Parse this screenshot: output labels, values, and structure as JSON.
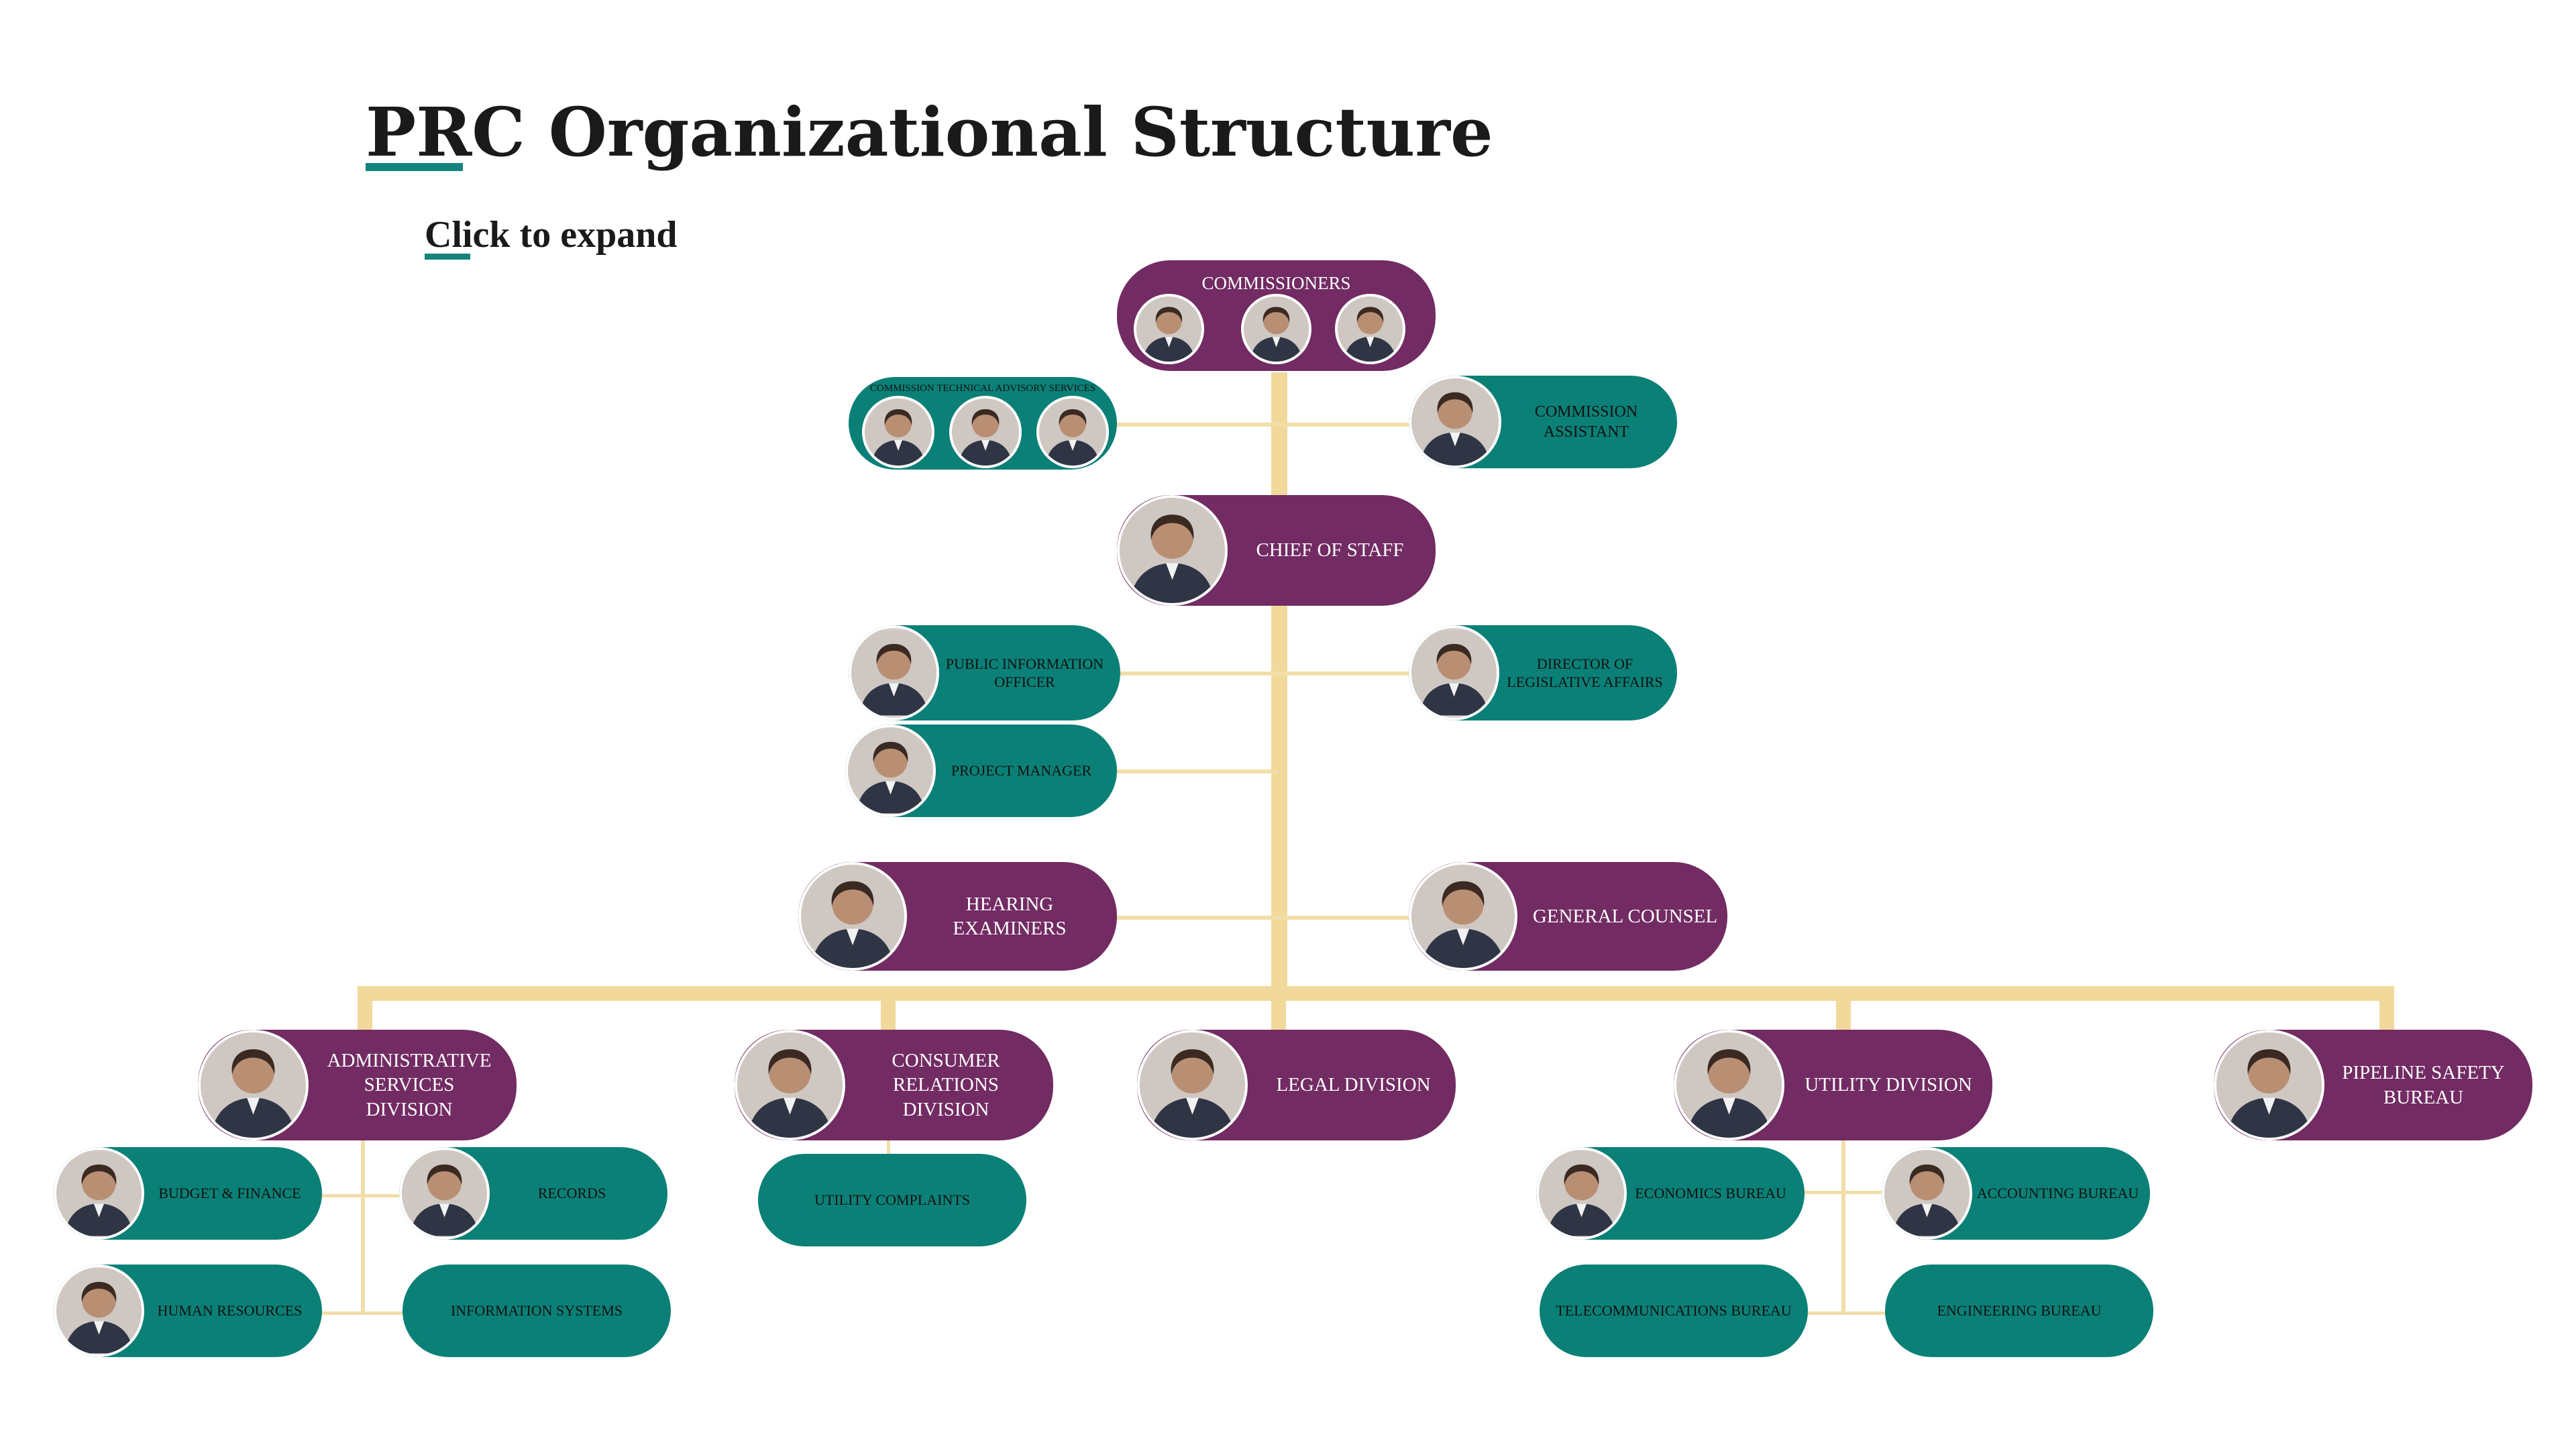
{
  "header": {
    "title": "PRC Organizational Structure",
    "expand_link": "Click to expand"
  },
  "nodes": {
    "commissioners": "COMMISSIONERS",
    "commission_technical_advisory": "COMMISSION TECHNICAL ADVISORY SERVICES",
    "commission_assistant": "COMMISSION ASSISTANT",
    "chief_of_staff": "CHIEF OF STAFF",
    "public_information_officer": "PUBLIC INFORMATION OFFICER",
    "director_legislative_affairs": "DIRECTOR OF LEGISLATIVE AFFAIRS",
    "project_manager": "PROJECT MANAGER",
    "hearing_examiners": "HEARING EXAMINERS",
    "general_counsel": "GENERAL COUNSEL",
    "administrative_services_division": "ADMINISTRATIVE SERVICES DIVISION",
    "consumer_relations_division": "CONSUMER RELATIONS DIVISION",
    "legal_division": "LEGAL DIVISION",
    "utility_division": "UTILITY DIVISION",
    "pipeline_safety_bureau": "PIPELINE SAFETY BUREAU",
    "budget_finance": "BUDGET & FINANCE",
    "records": "RECORDS",
    "human_resources": "HUMAN RESOURCES",
    "information_systems": "INFORMATION SYSTEMS",
    "utility_complaints": "UTILITY COMPLAINTS",
    "economics_bureau": "ECONOMICS BUREAU",
    "accounting_bureau": "ACCOUNTING BUREAU",
    "telecommunications_bureau": "TELECOMMUNICATIONS BUREAU",
    "engineering_bureau": "ENGINEERING BUREAU"
  },
  "colors": {
    "purple": "#722b63",
    "teal": "#0b8077",
    "connector": "#f1d99b",
    "accent_underline": "#15837d"
  },
  "icons": {
    "portrait": "person-photo-icon"
  }
}
